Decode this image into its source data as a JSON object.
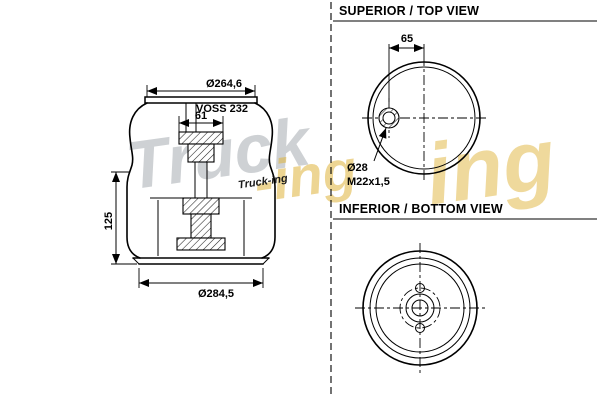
{
  "colors": {
    "line": "#000000",
    "watermark_gray": "#9aa0a6",
    "watermark_yellow": "#e0b43c",
    "background": "#ffffff"
  },
  "watermark": {
    "truck": "Truck",
    "ing_left": "-ing",
    "ing_right": "ing",
    "small_logo": "Truck-ing"
  },
  "side_view": {
    "dim_top_diameter": "Ø264,6",
    "port_label": "VOSS 232",
    "dim_port_width": "61",
    "dim_height": "125",
    "dim_bottom_diameter": "Ø284,5"
  },
  "top_view": {
    "title": "SUPERIOR / TOP VIEW",
    "dim_port_offset": "65",
    "port_diameter": "Ø28",
    "port_thread": "M22x1,5"
  },
  "bottom_view": {
    "title": "INFERIOR / BOTTOM VIEW"
  }
}
